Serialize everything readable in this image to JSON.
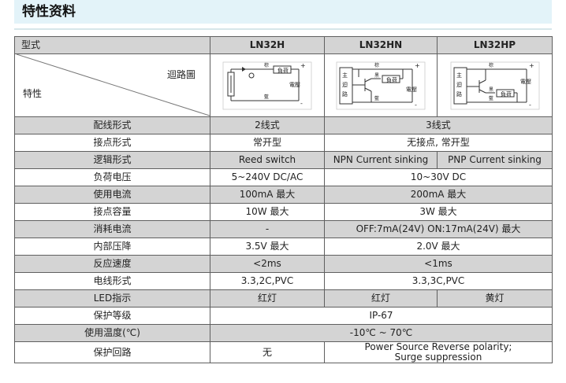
{
  "page": {
    "title": "特性资料"
  },
  "table": {
    "corner_top": "型式",
    "corner_circuit": "迴路圖",
    "corner_feature": "特性",
    "models": [
      "LN32H",
      "LN32HN",
      "LN32HP"
    ],
    "circuit_labels": {
      "load": "負荷",
      "power": "電壓",
      "main": "主",
      "circuit": "迴",
      "route": "路",
      "brown": "棕",
      "blue": "藍",
      "black": "黑",
      "plus": "+",
      "minus": "-"
    },
    "rows": [
      {
        "label": "配线形式",
        "c1": "2线式",
        "c2": "3线式"
      },
      {
        "label": "接点形式",
        "c1": "常开型",
        "c2": "无接点, 常开型"
      },
      {
        "label": "逻辑形式",
        "c1": "Reed switch",
        "c2": "NPN Current sinking",
        "c3": "PNP Current sinking"
      },
      {
        "label": "负荷电压",
        "c1": "5~240V DC/AC",
        "c2": "10~30V DC"
      },
      {
        "label": "使用电流",
        "c1": "100mA 最大",
        "c2": "200mA 最大"
      },
      {
        "label": "接点容量",
        "c1": "10W 最大",
        "c2": "3W 最大"
      },
      {
        "label": "消耗电流",
        "c1": "-",
        "c2": "OFF:7mA(24V) ON:17mA(24V) 最大"
      },
      {
        "label": "内部压降",
        "c1": "3.5V 最大",
        "c2": "2.0V 最大"
      },
      {
        "label": "反应速度",
        "c1": "<2ms",
        "c2": "<1ms"
      },
      {
        "label": "电线形式",
        "c1": "3.3,2C,PVC",
        "c2": "3.3,3C,PVC"
      },
      {
        "label": "LED指示",
        "c1": "红灯",
        "c2": "红灯",
        "c3": "黄灯"
      },
      {
        "label": "保护等级",
        "c1": "IP-67"
      },
      {
        "label": "使用温度(℃)",
        "c1": "-10℃ ~ 70℃"
      },
      {
        "label": "保护回路",
        "c1": "无",
        "c2": "Power Source Reverse polarity;",
        "c2b": "Surge suppression"
      }
    ]
  }
}
